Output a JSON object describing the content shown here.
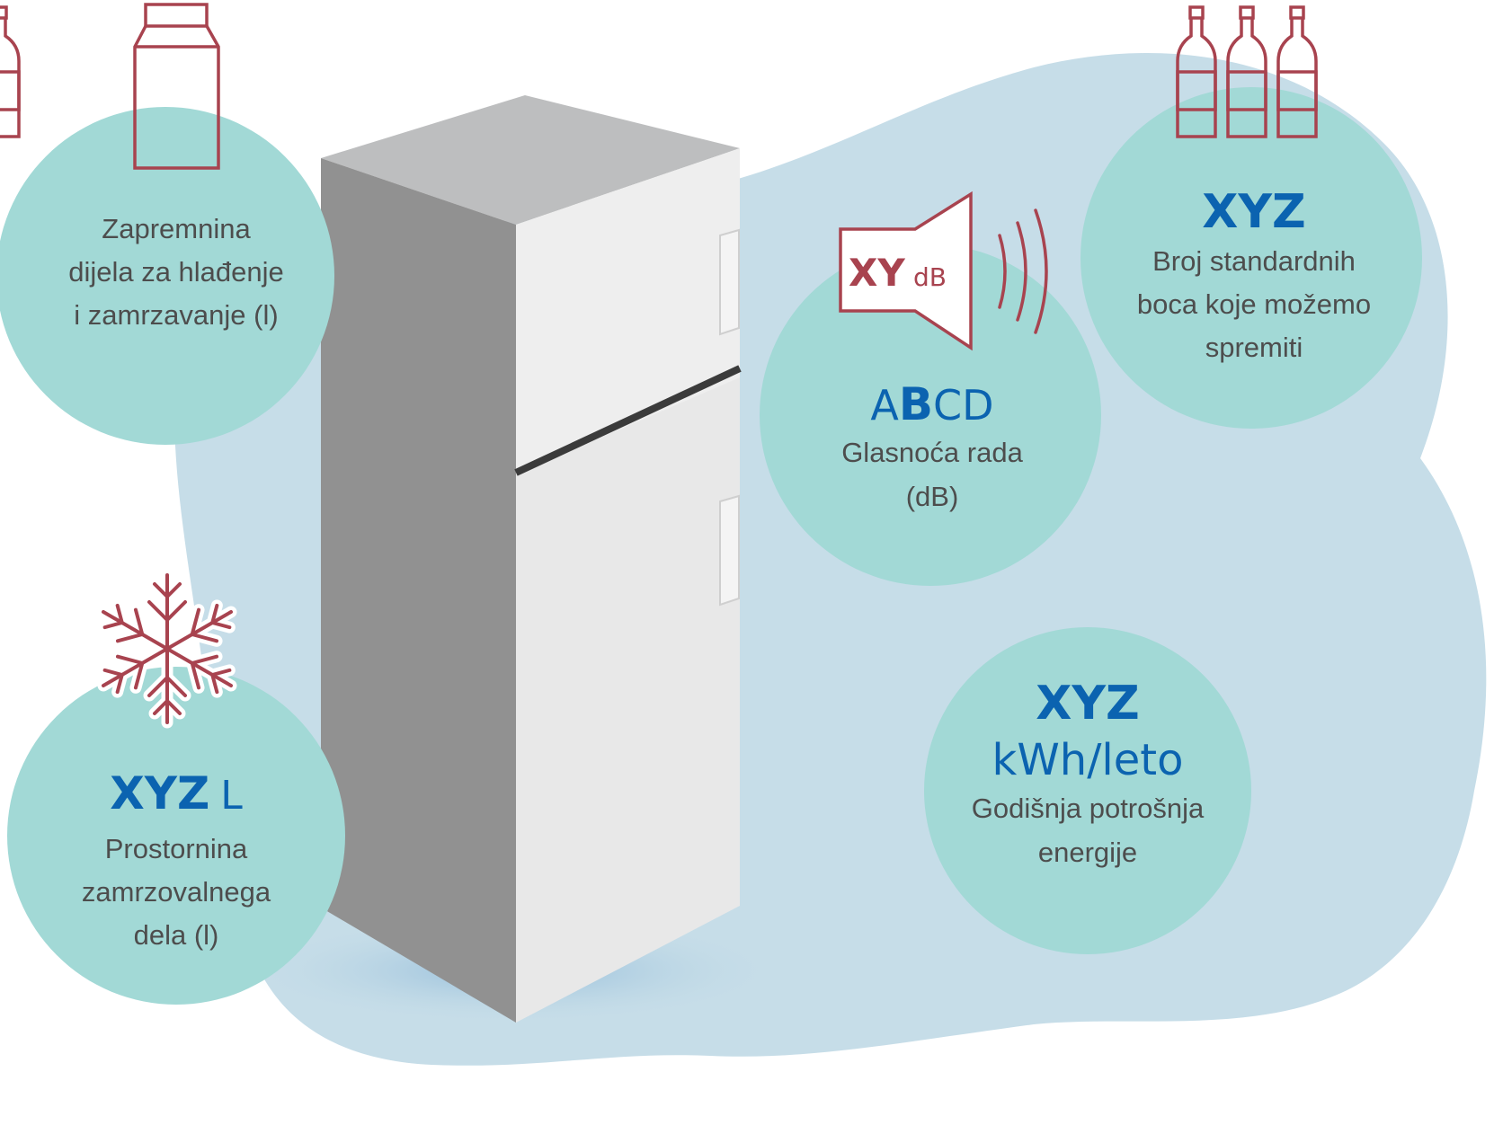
{
  "colors": {
    "background_blob": "#c6dde8",
    "circle_fill": "#a2d9d6",
    "accent_blue": "#0b63b0",
    "icon_red": "#a8434f",
    "label_text": "#4d4d4d"
  },
  "fridge_volume": {
    "icon": "milk-carton-icon",
    "lines": [
      "Zapremnina",
      "dijela za hlađenje",
      "i zamrzavanje (l)"
    ]
  },
  "freezer_volume": {
    "icon": "snowflake-icon",
    "value": "XYZ",
    "unit": "L",
    "lines": [
      "Prostornina",
      "zamrzovalnega",
      "dela (l)"
    ]
  },
  "noise": {
    "icon": "speaker-icon",
    "icon_value": "XY",
    "icon_unit": "dB",
    "classes": [
      "A",
      "B",
      "C",
      "D"
    ],
    "lines": [
      "Glasnoća rada",
      "(dB)"
    ]
  },
  "bottles": {
    "icon": "wine-bottles-icon",
    "value": "XYZ",
    "lines": [
      "Broj standardnih",
      "boca koje možemo",
      "spremiti"
    ]
  },
  "energy": {
    "value": "XYZ",
    "unit": "kWh/leto",
    "lines": [
      "Godišnja potrošnja",
      "energije"
    ]
  }
}
